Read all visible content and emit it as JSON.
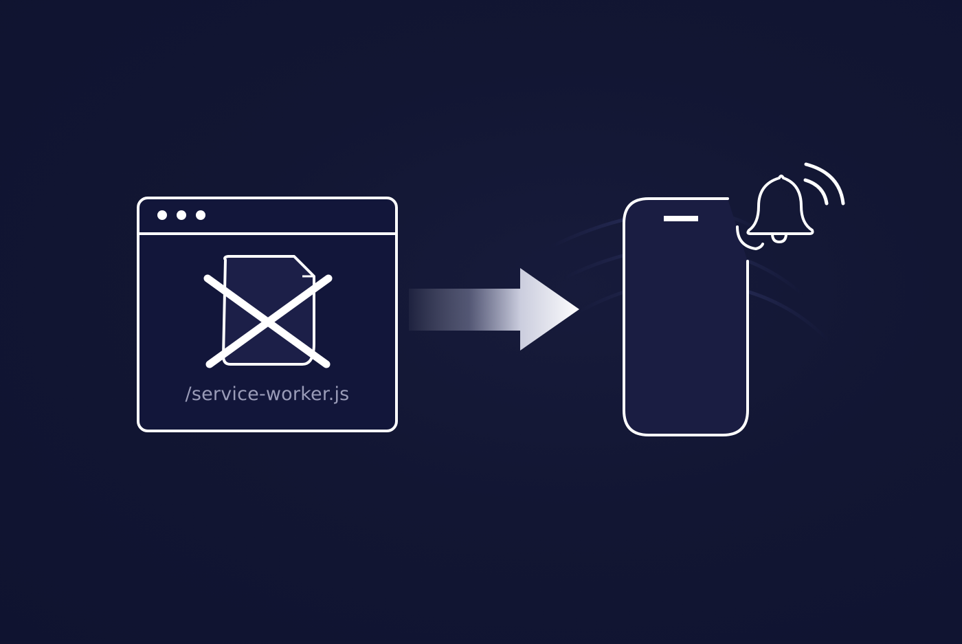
{
  "diagram": {
    "browser_window": {
      "file_label": "/service-worker.js",
      "status": "missing",
      "icons": [
        "window-dots",
        "document-icon",
        "x-cross-icon"
      ]
    },
    "arrow": {
      "direction": "right",
      "style": "gradient"
    },
    "device": {
      "type": "phone",
      "icons": [
        "bell-icon",
        "signal-waves-icon"
      ]
    },
    "colors": {
      "background": "#121633",
      "stroke": "#ffffff",
      "label": "#9a9cb8",
      "phone_fill": "#1a1d42"
    }
  }
}
